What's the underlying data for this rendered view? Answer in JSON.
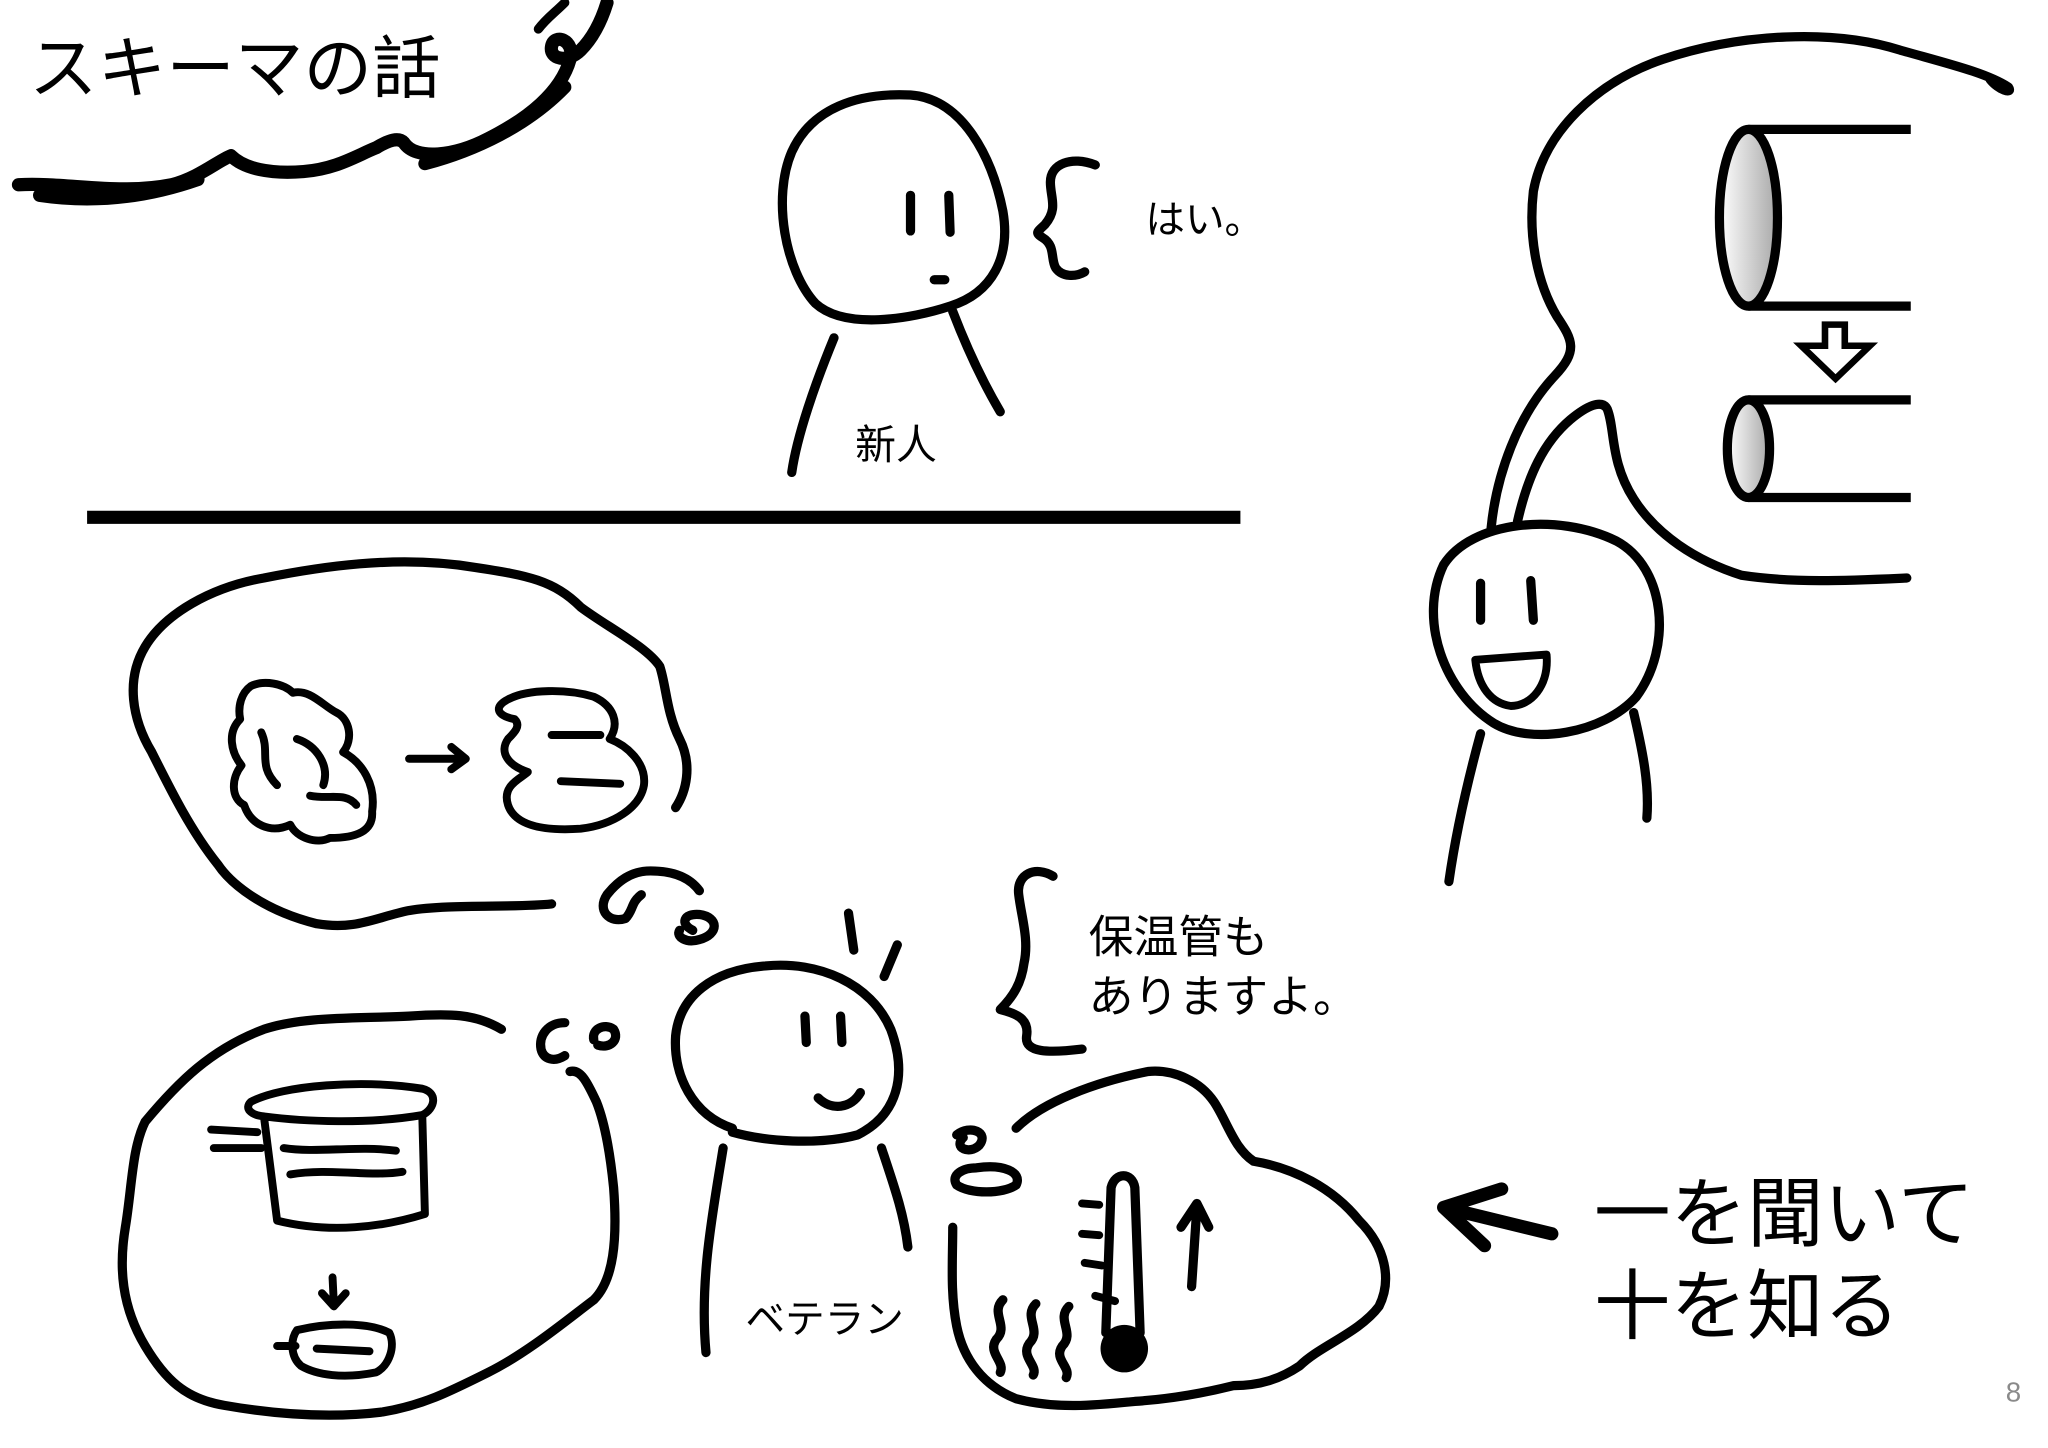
{
  "slide": {
    "title": "スキーマの話",
    "page_number": "8"
  },
  "newcomer": {
    "speech": "はい。",
    "label": "新人"
  },
  "veteran": {
    "speech_lines": [
      "保温管も",
      "ありますよ。"
    ],
    "label": "ベテラン"
  },
  "caption": {
    "lines": [
      "一を聞いて",
      "十を知る"
    ]
  },
  "colors": {
    "ink": "#000000",
    "background": "#ffffff",
    "page_number": "#8a8a8a",
    "pipe_shade": "#a8a8a8"
  }
}
